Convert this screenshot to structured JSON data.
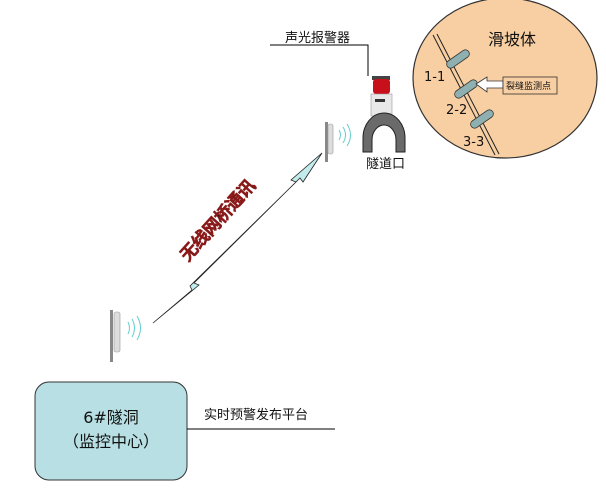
{
  "alarm_label": "声光报警器",
  "tunnel_entrance_label": "隧道口",
  "landslide": {
    "title": "滑坡体",
    "crack_label": "裂缝监测点",
    "points": [
      "1-1",
      "2-2",
      "3-3"
    ]
  },
  "wireless_label": "无线网桥通讯",
  "center": {
    "line1": "6#隧洞",
    "line2": "（监控中心）"
  },
  "platform_label": "实时预警发布平台",
  "colors": {
    "circle_fill": "#f8cfa2",
    "center_fill": "#b8e0e4",
    "arrow_fill": "#c2ecec",
    "siren_red": "#c8101a",
    "arch_gray": "#6a6a6a"
  }
}
